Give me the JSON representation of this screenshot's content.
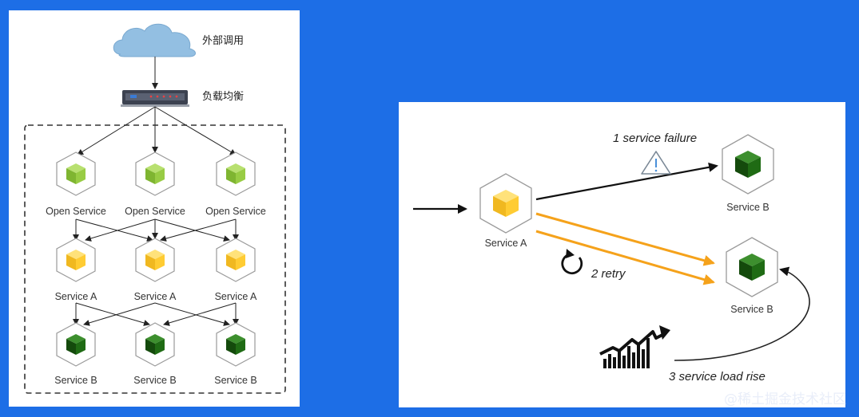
{
  "left": {
    "external_label": "外部调用",
    "lb_label": "负载均衡",
    "row1_label": "Open Service",
    "row2_label": "Service A",
    "row3_label": "Service B",
    "colors": {
      "green_light": "#8cc63f",
      "yellow": "#ffcc33",
      "green_dark": "#1f6b14"
    }
  },
  "right": {
    "service_a": "Service A",
    "service_b_top": "Service B",
    "service_b_bottom": "Service B",
    "failure_label": "1 service failure",
    "retry_label": "2 retry",
    "load_label": "3 service load rise",
    "colors": {
      "retry_arrow": "#f5a21b",
      "black_arrow": "#111111"
    }
  },
  "watermark": "@稀土掘金技术社区"
}
